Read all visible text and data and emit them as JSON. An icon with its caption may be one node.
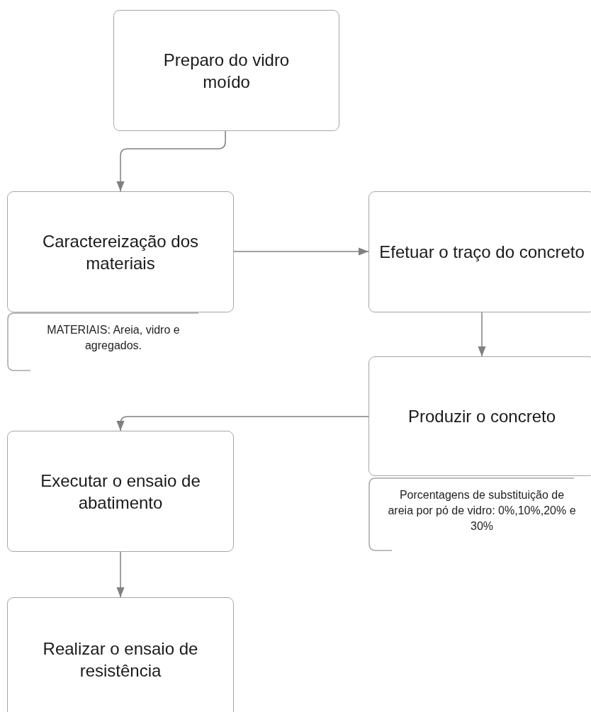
{
  "diagram": {
    "nodes": [
      {
        "text": [
          "Preparo do vidro moído"
        ]
      },
      {
        "text": [
          "Caractereização dos materiais"
        ]
      },
      {
        "text": [
          "MATERIAIS: Areia, vidro e agregados."
        ]
      },
      {
        "text": [
          "Efetuar o traço do concreto"
        ]
      },
      {
        "text": [
          "Produzir o concreto"
        ]
      },
      {
        "text": [
          "Porcentagens de substituição de areia por pó de vidro: 0%,10%,20% e 30%"
        ]
      },
      {
        "text": [
          "Executar o ensaio de abatimento"
        ]
      },
      {
        "text": [
          "Realizar o ensaio  de resistência"
        ]
      }
    ],
    "edges": [
      {
        "from": 0,
        "to": 1,
        "arrow": "to"
      },
      {
        "from": 1,
        "to": 3,
        "arrow": "to"
      },
      {
        "from": 3,
        "to": 4,
        "arrow": "to"
      },
      {
        "from": 4,
        "to": 6,
        "arrow": "to"
      },
      {
        "from": 6,
        "to": 7,
        "arrow": "to"
      }
    ]
  }
}
